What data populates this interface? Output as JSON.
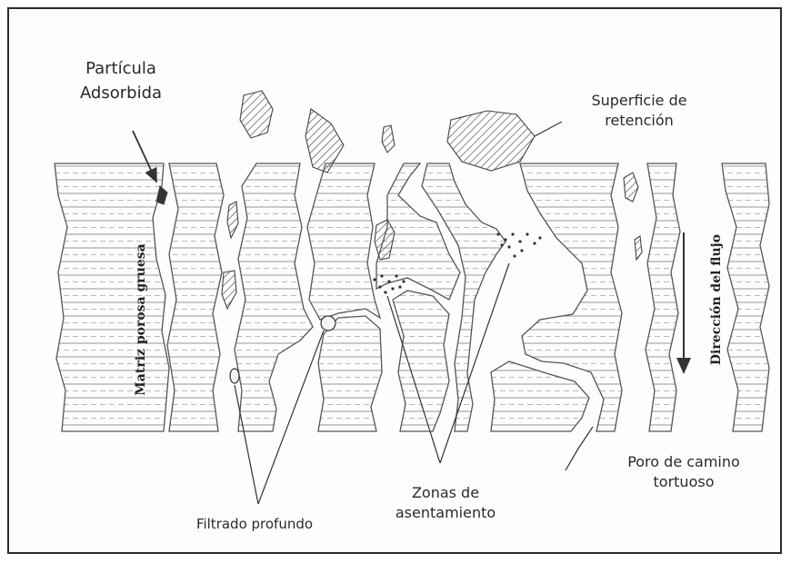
{
  "labels": {
    "particle_adsorbed": [
      "Partícula",
      "Adsorbida"
    ],
    "retention_surface": [
      "Superficie de",
      "retención"
    ],
    "deep_filtration": "Filtrado profundo",
    "settling_zones": [
      "Zonas de",
      "asentamiento"
    ],
    "tortuous_pore": [
      "Poro de camino",
      "tortuoso"
    ],
    "coarse_matrix": "Matriz porosa gruesa",
    "flow_direction": "Dirección del flujo"
  },
  "colors": {
    "ink": "#3a3a3a",
    "background": "#ffffff",
    "hatch": "#555555"
  }
}
